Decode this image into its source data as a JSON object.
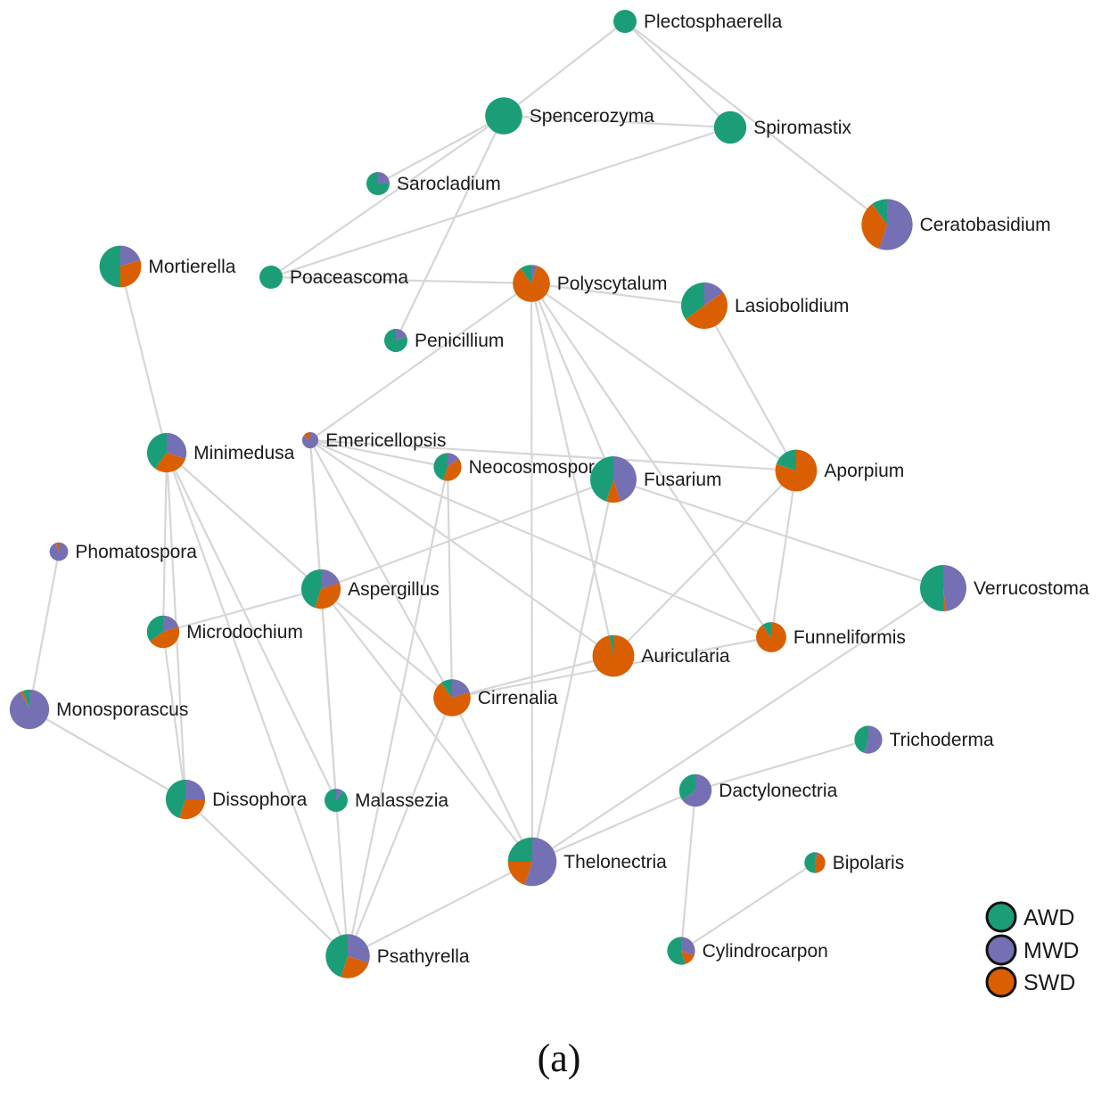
{
  "colors": {
    "AWD": "#1b9e77",
    "MWD": "#7570b3",
    "SWD": "#d95f02",
    "edge": "#d6d6d6"
  },
  "legend": [
    {
      "key": "AWD",
      "label": "AWD"
    },
    {
      "key": "MWD",
      "label": "MWD"
    },
    {
      "key": "SWD",
      "label": "SWD"
    }
  ],
  "caption": "(a)",
  "nodes": [
    {
      "id": "plectosphaerella",
      "label": "Plectosphaerella",
      "size": 1,
      "AWD": 1,
      "MWD": 0,
      "SWD": 0
    },
    {
      "id": "spencerozyma",
      "label": "Spencerozyma",
      "size": 1.6,
      "AWD": 1,
      "MWD": 0,
      "SWD": 0
    },
    {
      "id": "spiromastix",
      "label": "Spiromastix",
      "size": 1.4,
      "AWD": 1,
      "MWD": 0,
      "SWD": 0
    },
    {
      "id": "sarocladium",
      "label": "Sarocladium",
      "size": 1,
      "AWD": 0.75,
      "MWD": 0.25,
      "SWD": 0
    },
    {
      "id": "ceratobasidium",
      "label": "Ceratobasidium",
      "size": 2.2,
      "AWD": 0.1,
      "MWD": 0.55,
      "SWD": 0.35
    },
    {
      "id": "mortierella",
      "label": "Mortierella",
      "size": 1.8,
      "AWD": 0.5,
      "MWD": 0.2,
      "SWD": 0.3
    },
    {
      "id": "poaceascoma",
      "label": "Poaceascoma",
      "size": 1,
      "AWD": 1,
      "MWD": 0,
      "SWD": 0
    },
    {
      "id": "polyscytalum",
      "label": "Polyscytalum",
      "size": 1.6,
      "AWD": 0.1,
      "MWD": 0.05,
      "SWD": 0.85
    },
    {
      "id": "lasiobolidium",
      "label": "Lasiobolidium",
      "size": 2,
      "AWD": 0.35,
      "MWD": 0.15,
      "SWD": 0.5
    },
    {
      "id": "penicillium",
      "label": "Penicillium",
      "size": 1,
      "AWD": 0.8,
      "MWD": 0.2,
      "SWD": 0
    },
    {
      "id": "minimedusa",
      "label": "Minimedusa",
      "size": 1.7,
      "AWD": 0.4,
      "MWD": 0.3,
      "SWD": 0.3
    },
    {
      "id": "emericellopsis",
      "label": "Emericellopsis",
      "size": 0.7,
      "AWD": 0,
      "MWD": 0.85,
      "SWD": 0.15
    },
    {
      "id": "neocosmospora",
      "label": "Neocosmospora",
      "size": 1.2,
      "AWD": 0.45,
      "MWD": 0.15,
      "SWD": 0.4
    },
    {
      "id": "fusarium",
      "label": "Fusarium",
      "size": 2,
      "AWD": 0.45,
      "MWD": 0.45,
      "SWD": 0.1
    },
    {
      "id": "aporpium",
      "label": "Aporpium",
      "size": 1.8,
      "AWD": 0.2,
      "MWD": 0,
      "SWD": 0.8
    },
    {
      "id": "phomatospora",
      "label": "Phomatospora",
      "size": 0.8,
      "AWD": 0,
      "MWD": 0.95,
      "SWD": 0.05
    },
    {
      "id": "aspergillus",
      "label": "Aspergillus",
      "size": 1.7,
      "AWD": 0.45,
      "MWD": 0.2,
      "SWD": 0.35
    },
    {
      "id": "verrucostoma",
      "label": "Verrucostoma",
      "size": 2,
      "AWD": 0.5,
      "MWD": 0.48,
      "SWD": 0.02
    },
    {
      "id": "microdochium",
      "label": "Microdochium",
      "size": 1.4,
      "AWD": 0.35,
      "MWD": 0.2,
      "SWD": 0.45
    },
    {
      "id": "auricularia",
      "label": "Auricularia",
      "size": 1.8,
      "AWD": 0.03,
      "MWD": 0,
      "SWD": 0.97
    },
    {
      "id": "funneliformis",
      "label": "Funneliformis",
      "size": 1.3,
      "AWD": 0.1,
      "MWD": 0,
      "SWD": 0.9
    },
    {
      "id": "cirrenalia",
      "label": "Cirrenalia",
      "size": 1.6,
      "AWD": 0.1,
      "MWD": 0.2,
      "SWD": 0.7
    },
    {
      "id": "monosporascus",
      "label": "Monosporascus",
      "size": 1.7,
      "AWD": 0.05,
      "MWD": 0.93,
      "SWD": 0.02
    },
    {
      "id": "trichoderma",
      "label": "Trichoderma",
      "size": 1.2,
      "AWD": 0.45,
      "MWD": 0.55,
      "SWD": 0
    },
    {
      "id": "dactylonectria",
      "label": "Dactylonectria",
      "size": 1.4,
      "AWD": 0.35,
      "MWD": 0.65,
      "SWD": 0
    },
    {
      "id": "dissophora",
      "label": "Dissophora",
      "size": 1.7,
      "AWD": 0.45,
      "MWD": 0.25,
      "SWD": 0.3
    },
    {
      "id": "malassezia",
      "label": "Malassezia",
      "size": 1,
      "AWD": 0.9,
      "MWD": 0.1,
      "SWD": 0
    },
    {
      "id": "thelonectria",
      "label": "Thelonectria",
      "size": 2.1,
      "AWD": 0.25,
      "MWD": 0.55,
      "SWD": 0.2
    },
    {
      "id": "bipolaris",
      "label": "Bipolaris",
      "size": 0.9,
      "AWD": 0.5,
      "MWD": 0.05,
      "SWD": 0.45
    },
    {
      "id": "psathyrella",
      "label": "Psathyrella",
      "size": 1.9,
      "AWD": 0.45,
      "MWD": 0.3,
      "SWD": 0.25
    },
    {
      "id": "cylindrocarpon",
      "label": "Cylindrocarpon",
      "size": 1.2,
      "AWD": 0.55,
      "MWD": 0.3,
      "SWD": 0.15
    }
  ],
  "edges": [
    [
      "plectosphaerella",
      "spencerozyma"
    ],
    [
      "plectosphaerella",
      "spiromastix"
    ],
    [
      "plectosphaerella",
      "ceratobasidium"
    ],
    [
      "spencerozyma",
      "spiromastix"
    ],
    [
      "spencerozyma",
      "sarocladium"
    ],
    [
      "spencerozyma",
      "poaceascoma"
    ],
    [
      "spencerozyma",
      "penicillium"
    ],
    [
      "spiromastix",
      "poaceascoma"
    ],
    [
      "poaceascoma",
      "polyscytalum"
    ],
    [
      "mortierella",
      "minimedusa"
    ],
    [
      "polyscytalum",
      "lasiobolidium"
    ],
    [
      "polyscytalum",
      "emericellopsis"
    ],
    [
      "polyscytalum",
      "fusarium"
    ],
    [
      "polyscytalum",
      "aporpium"
    ],
    [
      "polyscytalum",
      "funneliformis"
    ],
    [
      "polyscytalum",
      "auricularia"
    ],
    [
      "polyscytalum",
      "thelonectria"
    ],
    [
      "lasiobolidium",
      "aporpium"
    ],
    [
      "emericellopsis",
      "neocosmospora"
    ],
    [
      "emericellopsis",
      "aporpium"
    ],
    [
      "emericellopsis",
      "aspergillus"
    ],
    [
      "emericellopsis",
      "auricularia"
    ],
    [
      "emericellopsis",
      "funneliformis"
    ],
    [
      "emericellopsis",
      "cirrenalia"
    ],
    [
      "emericellopsis",
      "malassezia"
    ],
    [
      "neocosmospora",
      "cirrenalia"
    ],
    [
      "neocosmospora",
      "psathyrella"
    ],
    [
      "fusarium",
      "verrucostoma"
    ],
    [
      "fusarium",
      "aspergillus"
    ],
    [
      "fusarium",
      "thelonectria"
    ],
    [
      "aporpium",
      "funneliformis"
    ],
    [
      "aporpium",
      "auricularia"
    ],
    [
      "minimedusa",
      "aspergillus"
    ],
    [
      "minimedusa",
      "microdochium"
    ],
    [
      "minimedusa",
      "dissophora"
    ],
    [
      "minimedusa",
      "malassezia"
    ],
    [
      "minimedusa",
      "psathyrella"
    ],
    [
      "aspergillus",
      "microdochium"
    ],
    [
      "aspergillus",
      "cirrenalia"
    ],
    [
      "aspergillus",
      "thelonectria"
    ],
    [
      "aspergillus",
      "malassezia"
    ],
    [
      "microdochium",
      "dissophora"
    ],
    [
      "auricularia",
      "cirrenalia"
    ],
    [
      "funneliformis",
      "cirrenalia"
    ],
    [
      "verrucostoma",
      "thelonectria"
    ],
    [
      "cirrenalia",
      "thelonectria"
    ],
    [
      "cirrenalia",
      "psathyrella"
    ],
    [
      "phomatospora",
      "monosporascus"
    ],
    [
      "monosporascus",
      "dissophora"
    ],
    [
      "dissophora",
      "psathyrella"
    ],
    [
      "malassezia",
      "psathyrella"
    ],
    [
      "thelonectria",
      "psathyrella"
    ],
    [
      "thelonectria",
      "dactylonectria"
    ],
    [
      "dactylonectria",
      "trichoderma"
    ],
    [
      "dactylonectria",
      "cylindrocarpon"
    ],
    [
      "bipolaris",
      "cylindrocarpon"
    ]
  ]
}
